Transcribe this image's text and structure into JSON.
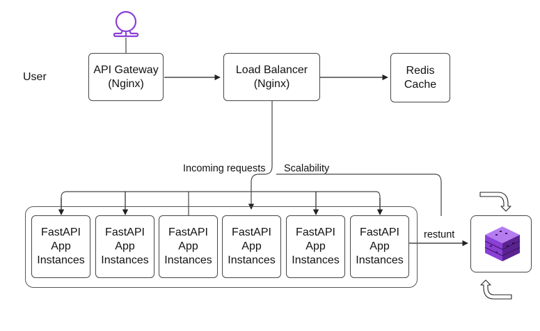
{
  "user": {
    "label": "User"
  },
  "api_gateway": {
    "line1": "API Gateway",
    "line2": "(Nginx)"
  },
  "load_balancer": {
    "line1": "Load Balancer",
    "line2": "(Nginx)"
  },
  "redis": {
    "line1": "Redis",
    "line2": "Cache"
  },
  "edge_labels": {
    "incoming": "Incoming requests",
    "scalability": "Scalability",
    "restart": "restunt"
  },
  "instances": [
    {
      "line1": "FastAPI",
      "line2": "App",
      "line3": "Instances"
    },
    {
      "line1": "FastAPI",
      "line2": "App",
      "line3": "Instances"
    },
    {
      "line1": "FastAPI",
      "line2": "App",
      "line3": "Instances"
    },
    {
      "line1": "FastAPI",
      "line2": "App",
      "line3": "Instances"
    },
    {
      "line1": "FastAPI",
      "line2": "App",
      "line3": "Instances"
    },
    {
      "line1": "FastAPI",
      "line2": "App",
      "line3": "Instances"
    }
  ],
  "colors": {
    "accent": "#8a3fd6",
    "accent_dark": "#5b2391",
    "accent_light": "#b57cf0",
    "stroke": "#444444"
  },
  "icons": {
    "user": "user-icon",
    "container": "container-stack-icon",
    "cycle_top": "curved-arrow-down-icon",
    "cycle_bottom": "curved-arrow-up-icon"
  }
}
